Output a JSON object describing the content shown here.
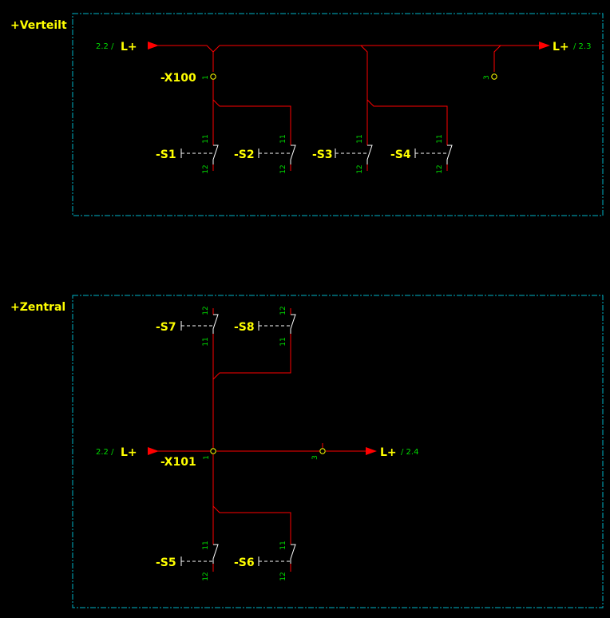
{
  "colors": {
    "background": "#000000",
    "wire": "#ff0000",
    "frame": "#00b4c8",
    "label": "#ffff00",
    "reference": "#00dc00",
    "device": "#ffffff",
    "terminal": "#ffff00"
  },
  "location_verteilt": {
    "label": "+Verteilt"
  },
  "location_zentral": {
    "label": "+Zentral"
  },
  "potentials": {
    "top_in": {
      "ref": "2.2 /",
      "name": "L+"
    },
    "top_out": {
      "name": "L+",
      "ref": "/ 2.3"
    },
    "bottom_in": {
      "ref": "2.2 /",
      "name": "L+"
    },
    "bottom_out": {
      "name": "L+",
      "ref": "/ 2.4"
    }
  },
  "terminals": {
    "x100": {
      "tag": "-X100",
      "pin1": "1",
      "pin3": "3"
    },
    "x101": {
      "tag": "-X101",
      "pin1": "1",
      "pin3": "3"
    }
  },
  "switches": {
    "s1": {
      "tag": "-S1",
      "pin_a": "11",
      "pin_b": "12"
    },
    "s2": {
      "tag": "-S2",
      "pin_a": "11",
      "pin_b": "12"
    },
    "s3": {
      "tag": "-S3",
      "pin_a": "11",
      "pin_b": "12"
    },
    "s4": {
      "tag": "-S4",
      "pin_a": "11",
      "pin_b": "12"
    },
    "s5": {
      "tag": "-S5",
      "pin_a": "11",
      "pin_b": "12"
    },
    "s6": {
      "tag": "-S6",
      "pin_a": "11",
      "pin_b": "12"
    },
    "s7": {
      "tag": "-S7",
      "pin_a": "12",
      "pin_b": "11"
    },
    "s8": {
      "tag": "-S8",
      "pin_a": "12",
      "pin_b": "11"
    }
  }
}
